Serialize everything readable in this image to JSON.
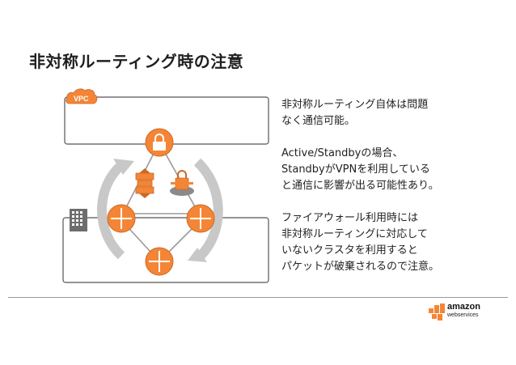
{
  "slide": {
    "title": "非対称ルーティング時の注意",
    "paragraphs": [
      [
        "非対称ルーティング自体は問題",
        "なく通信可能。"
      ],
      [
        "Active/Standbyの場合、",
        "StandbyがVPNを利用している",
        "と通信に影響が出る可能性あり。"
      ],
      [
        "ファイアウォール利用時には",
        "非対称ルーティングに対応して",
        "いないクラスタを利用すると",
        "パケットが破棄されるので注意。"
      ]
    ]
  },
  "diagram": {
    "vpc_label": "VPC",
    "icons": [
      "cloud-icon",
      "lock-icon",
      "vpn-gateway-icon",
      "customer-gateway-icon",
      "building-icon",
      "router-icon",
      "cycle-arrow-icon"
    ],
    "colors": {
      "aws_orange": "#f58536",
      "aws_orange_dark": "#c96a26",
      "box_border": "#555555",
      "link_gray": "#9a9a9a",
      "arrow_gray": "#c8c8c8"
    }
  },
  "branding": {
    "logo_word": "amazon",
    "logo_sub": "webservices"
  }
}
